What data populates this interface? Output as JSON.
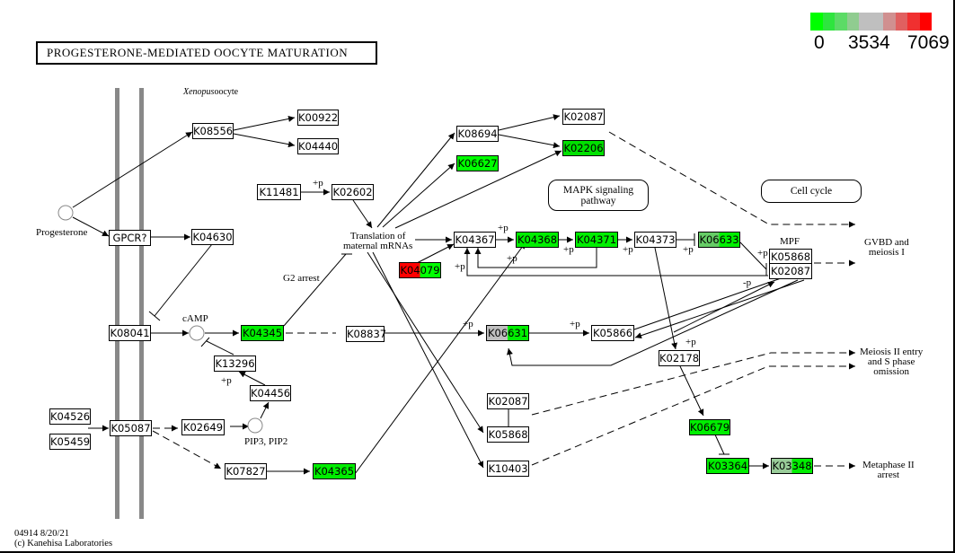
{
  "title": "PROGESTERONE-MEDIATED OOCYTE MATURATION",
  "subtitle": {
    "italic": "Xenopus",
    "rest": "oocyte"
  },
  "footer": {
    "line1": "04914 8/20/21",
    "line2": "(c) Kanehisa Laboratories"
  },
  "legend": {
    "colors": [
      "#00ff00",
      "#2ee53e",
      "#5cdb66",
      "#90cc90",
      "#bfbfbf",
      "#bfbfbf",
      "#d09090",
      "#e06060",
      "#f03030",
      "#ff0000"
    ],
    "labels": [
      "0",
      "3534",
      "7069"
    ],
    "min": 0,
    "mid": 3534,
    "max": 7069
  },
  "nodes": [
    {
      "id": "K08556",
      "fill": "#ffffff"
    },
    {
      "id": "K00922",
      "fill": "#ffffff"
    },
    {
      "id": "K04440",
      "fill": "#ffffff"
    },
    {
      "id": "GPCR?",
      "fill": "#ffffff"
    },
    {
      "id": "K04630",
      "fill": "#ffffff"
    },
    {
      "id": "K11481",
      "fill": "#ffffff"
    },
    {
      "id": "K02602",
      "fill": "#ffffff"
    },
    {
      "id": "K08694",
      "fill": "#ffffff"
    },
    {
      "id": "K02087",
      "fill": "#ffffff"
    },
    {
      "id": "K02206",
      "fill": "#00e000"
    },
    {
      "id": "K06627",
      "fill": "#00ff00"
    },
    {
      "id": "K04367",
      "fill": "#ffffff"
    },
    {
      "id": "K04368",
      "fill": "#00ee00"
    },
    {
      "id": "K04371",
      "fill": "#00ee00"
    },
    {
      "id": "K04373",
      "fill": "#ffffff"
    },
    {
      "id": "K06633",
      "fill": "split",
      "left": "#66cc66",
      "right": "#00ee00"
    },
    {
      "id": "K04079",
      "fill": "split",
      "left": "#ff0000",
      "right": "#00ff00"
    },
    {
      "id": "K05868",
      "fill": "#ffffff"
    },
    {
      "id": "K02087",
      "fill": "#ffffff"
    },
    {
      "id": "K08041",
      "fill": "#ffffff"
    },
    {
      "id": "K04345",
      "fill": "#00ee00"
    },
    {
      "id": "K08837",
      "fill": "#ffffff"
    },
    {
      "id": "K06631",
      "fill": "split",
      "left": "#bfbfbf",
      "right": "#00ee00"
    },
    {
      "id": "K05866",
      "fill": "#ffffff"
    },
    {
      "id": "K13296",
      "fill": "#ffffff"
    },
    {
      "id": "K02178",
      "fill": "#ffffff"
    },
    {
      "id": "K04456",
      "fill": "#ffffff"
    },
    {
      "id": "K02087",
      "fill": "#ffffff"
    },
    {
      "id": "K04526",
      "fill": "#ffffff"
    },
    {
      "id": "K05087",
      "fill": "#ffffff"
    },
    {
      "id": "K02649",
      "fill": "#ffffff"
    },
    {
      "id": "K05459",
      "fill": "#ffffff"
    },
    {
      "id": "K05868",
      "fill": "#ffffff"
    },
    {
      "id": "K06679",
      "fill": "#00ee00"
    },
    {
      "id": "K07827",
      "fill": "#ffffff"
    },
    {
      "id": "K04365",
      "fill": "#00ee00"
    },
    {
      "id": "K10403",
      "fill": "#ffffff"
    },
    {
      "id": "K03364",
      "fill": "#00ee00"
    },
    {
      "id": "K03348",
      "fill": "split",
      "left": "#99cc99",
      "right": "#00ee00"
    }
  ],
  "labels": {
    "progesterone": "Progesterone",
    "camp": "cAMP",
    "pip": "PIP3, PIP2",
    "translation1": "Translation of",
    "translation2": "maternal mRNAs",
    "g2": "G2 arrest",
    "mpf": "MPF",
    "gvbd1": "GVBD and",
    "gvbd2": "meiosis I",
    "meiosis1": "Meiosis II entry",
    "meiosis2": "and S phase",
    "meiosis3": "omission",
    "meta1": "Metaphase II",
    "meta2": "arrest",
    "plus_p": "+p",
    "minus_p": "-p"
  },
  "pathways": {
    "mapk1": "MAPK signaling",
    "mapk2": "pathway",
    "cellcycle": "Cell cycle"
  }
}
